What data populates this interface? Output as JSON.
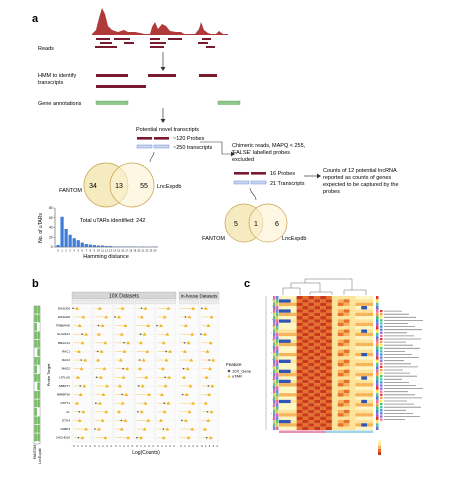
{
  "panels": {
    "a": "a",
    "b": "b",
    "c": "c"
  },
  "panel_a": {
    "reads_label": "Reads",
    "hmm_label": "HMM to identify transcripts",
    "hmm_line1": "HMM to identify",
    "hmm_line2": "transcripts",
    "gene_ann_label": "Gene annotations",
    "potential_title": "Potential novel transcripts",
    "probes_120": "~120 Probes",
    "transcripts_250": "~250 transcripts",
    "filter_line1": "Chimeric reads, MAPQ < 255,",
    "filter_line2": "'FALSE' labelled probes",
    "filter_line3": "excluded",
    "probes_16": "16 Probes",
    "transcripts_21": "21 Transcripts",
    "counts_line1": "Counts of 12 potential lncRNA",
    "counts_line2": "reported as counts of genes",
    "counts_line3": "expected to be captured by the",
    "counts_line4": "probes",
    "venn1": {
      "left_label": "FANTOM",
      "right_label": "LncExpdb",
      "left": "34",
      "mid": "13",
      "right": "55"
    },
    "venn2": {
      "left_label": "FANTOM",
      "right_label": "LncExpdb",
      "left": "5",
      "mid": "1",
      "right": "6"
    },
    "colors": {
      "reads": "#b03a3a",
      "transcript": "#7a1a2e",
      "annotation": "#8fc98a",
      "venn_left": "#f5e7b5",
      "venn_right": "#fbf1d2",
      "bar": "#3d7cd9",
      "probe_blue": "#6a8fd0"
    }
  },
  "panel_b": {
    "group1": "10X Datasets",
    "group2": "In-house Datasets",
    "genes": [
      "ENSG00",
      "ENSG00",
      "TRBBAND",
      "SLC22A1",
      "BRACA1",
      "RAC1",
      "RAC2",
      "MAD2",
      "LTFLAS",
      "ABBX77",
      "MIRBP3A",
      "GSTT1",
      "CL",
      "DTG4",
      "FABP3",
      "CHCHD10"
    ],
    "ylabel": "Probe Target",
    "xlabel": "Log(Counts)",
    "legend_title": "Feature",
    "legend_items": [
      "10X_Gene",
      "uTAR"
    ],
    "side_labels": [
      "FANTOM",
      "LncExpdb"
    ]
  },
  "panel_c": {
    "heatmap_colors": [
      "#fff5c0",
      "#fde39a",
      "#f7b35a",
      "#e8702e",
      "#c83a1a"
    ]
  },
  "chart_data": {
    "type": "bar",
    "title": "Total uTARs identified: 242",
    "xlabel": "Hamming distance",
    "ylabel": "No. of uTARs",
    "categories": [
      "0",
      "1",
      "2",
      "3",
      "4",
      "5",
      "6",
      "7",
      "8",
      "9",
      "10",
      "11",
      "12",
      "13",
      "14",
      "15",
      "16",
      "17",
      "18",
      "19",
      "20",
      "21",
      "22",
      "23",
      "24"
    ],
    "values": [
      4,
      62,
      37,
      25,
      18,
      14,
      9,
      6,
      5,
      4,
      3,
      3,
      2,
      2,
      1,
      1,
      1,
      1,
      1,
      1,
      0,
      1,
      0,
      0,
      1
    ],
    "ylim": [
      0,
      80
    ],
    "yticks": [
      "0",
      "20",
      "40",
      "60",
      "80"
    ],
    "grid": false
  }
}
